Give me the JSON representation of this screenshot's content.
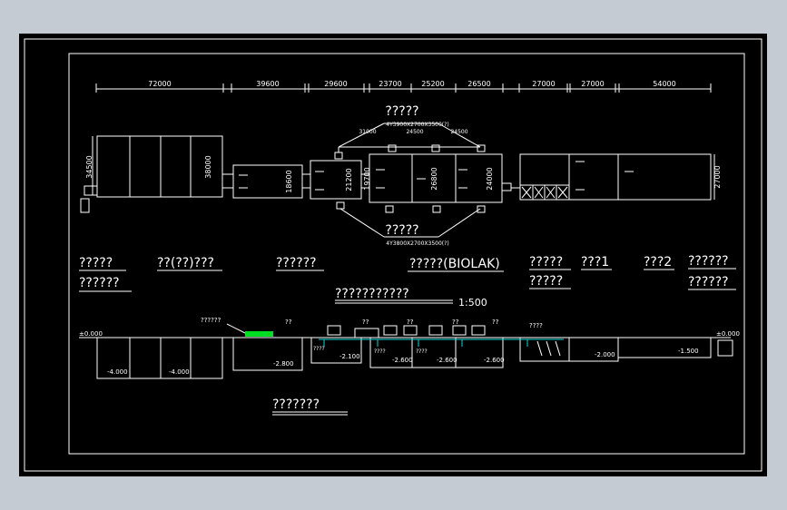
{
  "dimensions": [
    "72000",
    "39600",
    "29600",
    "23700",
    "25200",
    "26500",
    "27000",
    "27000",
    "54000"
  ],
  "side_dims": {
    "left_a": "34500",
    "left_b": "38000",
    "tank2": "18600",
    "tank3": "21200",
    "tank4a": "19700",
    "tank4b": "26800",
    "tank4c": "24000",
    "right": "27000"
  },
  "top_note": {
    "title": "?????",
    "spec": "4Y3900X2700X3500(?)",
    "spans": [
      "31000",
      "24500",
      "24500"
    ]
  },
  "bottom_note": {
    "title": "?????",
    "spec": "4Y3800X2700X3500(?)"
  },
  "labels": {
    "l1": "?????",
    "l1b": "??????",
    "l2": "??(??)???",
    "l3": "??????",
    "l4": "?????(BIOLAK)",
    "l5": "?????",
    "l5b": "?????",
    "l6": "???1",
    "l7": "???2",
    "l8": "??????",
    "l8b": "??????"
  },
  "plan_title": "???????????",
  "plan_scale": "1:500",
  "section": {
    "left_level": "±0.000",
    "right_level": "±0.000",
    "callout_a": "??????",
    "callout_b": [
      "??",
      "??",
      "??",
      "??",
      "??"
    ],
    "callout_c": "????",
    "levels": [
      "-4.000",
      "-4.000",
      "-2.800",
      "-2.100",
      "-2.600",
      "-2.600",
      "-2.600",
      "-2.000",
      "-1.500"
    ],
    "cy_labels": [
      "????",
      "????",
      "????"
    ]
  },
  "section_title": "???????"
}
